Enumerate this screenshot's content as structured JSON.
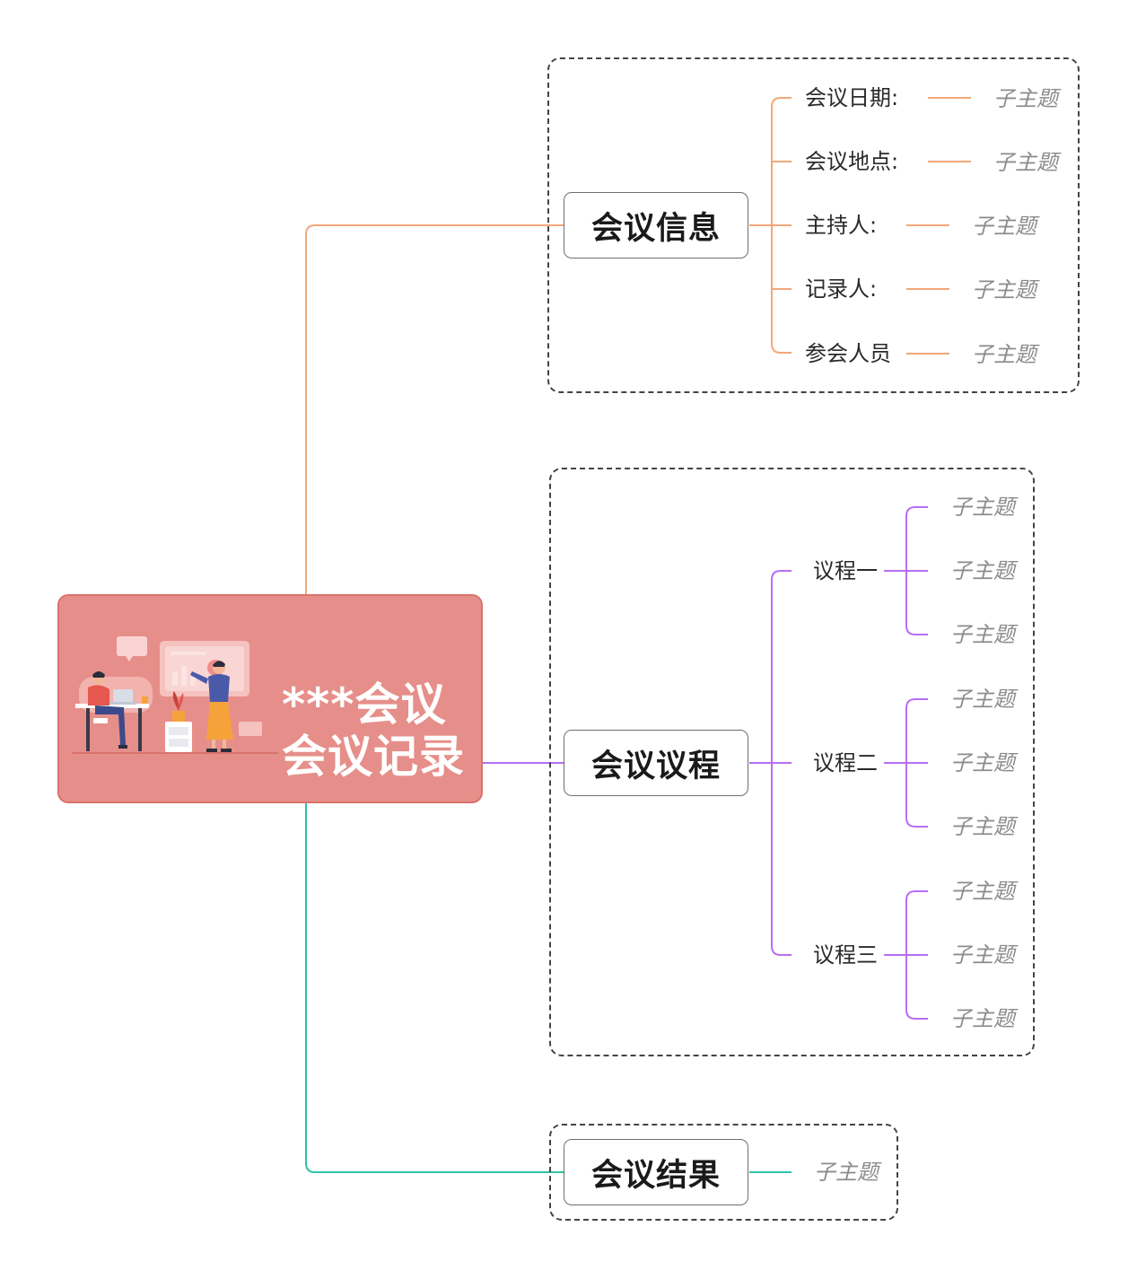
{
  "central": {
    "title_line1": "***会议",
    "title_line2": "会议记录",
    "icon": "office-meeting-illustration"
  },
  "colors": {
    "info": "#f2a77b",
    "agenda": "#b76ef3",
    "result": "#2fc1a6",
    "root_fill": "#e68f8a"
  },
  "branches": {
    "info": {
      "title": "会议信息",
      "items": [
        {
          "label": "会议日期:",
          "value": "子主题"
        },
        {
          "label": "会议地点:",
          "value": "子主题"
        },
        {
          "label": "主持人:",
          "value": "子主题"
        },
        {
          "label": "记录人:",
          "value": "子主题"
        },
        {
          "label": "参会人员",
          "value": "子主题"
        }
      ]
    },
    "agenda": {
      "title": "会议议程",
      "items": [
        {
          "label": "议程一",
          "subs": [
            "子主题",
            "子主题",
            "子主题"
          ]
        },
        {
          "label": "议程二",
          "subs": [
            "子主题",
            "子主题",
            "子主题"
          ]
        },
        {
          "label": "议程三",
          "subs": [
            "子主题",
            "子主题",
            "子主题"
          ]
        }
      ]
    },
    "result": {
      "title": "会议结果",
      "value": "子主题"
    }
  }
}
